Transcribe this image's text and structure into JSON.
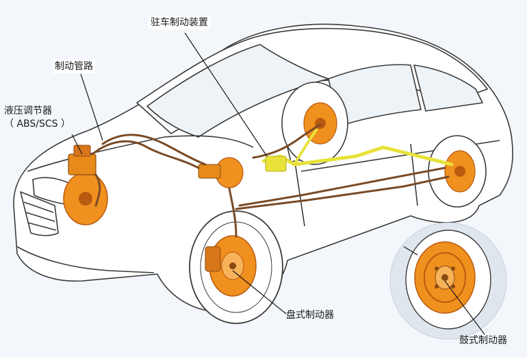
{
  "labels": {
    "parking_brake": "驻车制动装置",
    "brake_lines": "制动管路",
    "hydraulic_modulator_line1": "液压调节器",
    "hydraulic_modulator_line2": "（ ABS/SCS ）",
    "disc_brake": "盘式制动器",
    "drum_brake": "鼓式制动器"
  },
  "colors": {
    "background": "#f3f7fb",
    "car_outline": "#3a3a3a",
    "car_body": "#ffffff",
    "brake_component": "#f0901e",
    "brake_component_dark": "#b85a10",
    "brake_line": "#7a4a25",
    "parking_cable": "#e8e23a",
    "inset_circle": "#dfe6ee"
  },
  "icons": [
    "disc-brake-icon",
    "drum-brake-icon",
    "abs-unit-icon",
    "master-cylinder-icon",
    "parking-brake-icon"
  ]
}
